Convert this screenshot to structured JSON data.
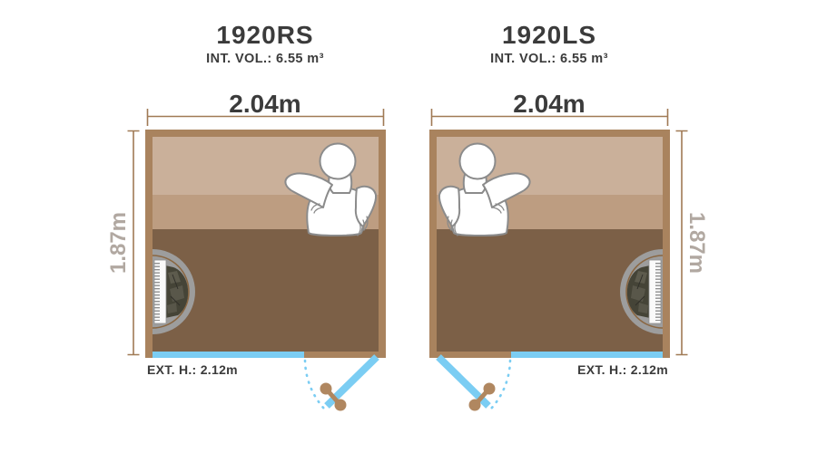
{
  "colors": {
    "bg": "#ffffff",
    "wall": "#a9835e",
    "band1": "#cab09a",
    "band2": "#bd9d81",
    "floor": "#7c6047",
    "glass": "#7bcdf3",
    "dim": "#a07a55",
    "text_dark": "#3b3b3b",
    "text_light": "#b1a8a1",
    "heater_gray": "#9d9d9d",
    "heater_ring": "#8a6742",
    "rocks_dark": "#454437",
    "rocks_light": "#5d5b4d",
    "rocks_crack": "#31302a",
    "element_white": "#fafafa",
    "element_stripe": "#8f8f8f",
    "person_fill": "#ffffff",
    "person_stroke": "#8b8b8b",
    "handle": "#b08760"
  },
  "plans": [
    {
      "title": "1920RS",
      "int_vol": "INT. VOL.: 6.55 m³",
      "width_label": "2.04m",
      "height_label": "1.87m",
      "ext_height_label": "EXT. H.: 2.12m"
    },
    {
      "title": "1920LS",
      "int_vol": "INT. VOL.: 6.55 m³",
      "width_label": "2.04m",
      "height_label": "1.87m",
      "ext_height_label": "EXT. H.: 2.12m"
    }
  ]
}
